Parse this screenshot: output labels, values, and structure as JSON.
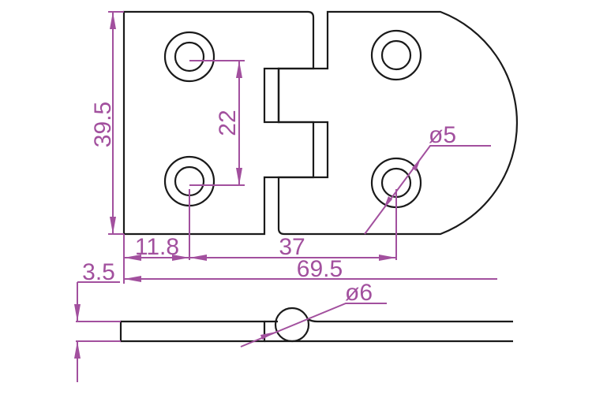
{
  "drawing": {
    "type": "hinge technical drawing",
    "dimensions": {
      "height": "39.5",
      "hole_spacing_vertical": "22",
      "hole_diameter": "ø5",
      "edge_to_hole": "11.8",
      "hole_spacing_horizontal": "37",
      "total_length": "69.5",
      "thickness": "3.5",
      "knuckle_diameter": "ø6"
    },
    "colors": {
      "outline": "#1a1a1a",
      "dimension": "#a2509e"
    }
  }
}
